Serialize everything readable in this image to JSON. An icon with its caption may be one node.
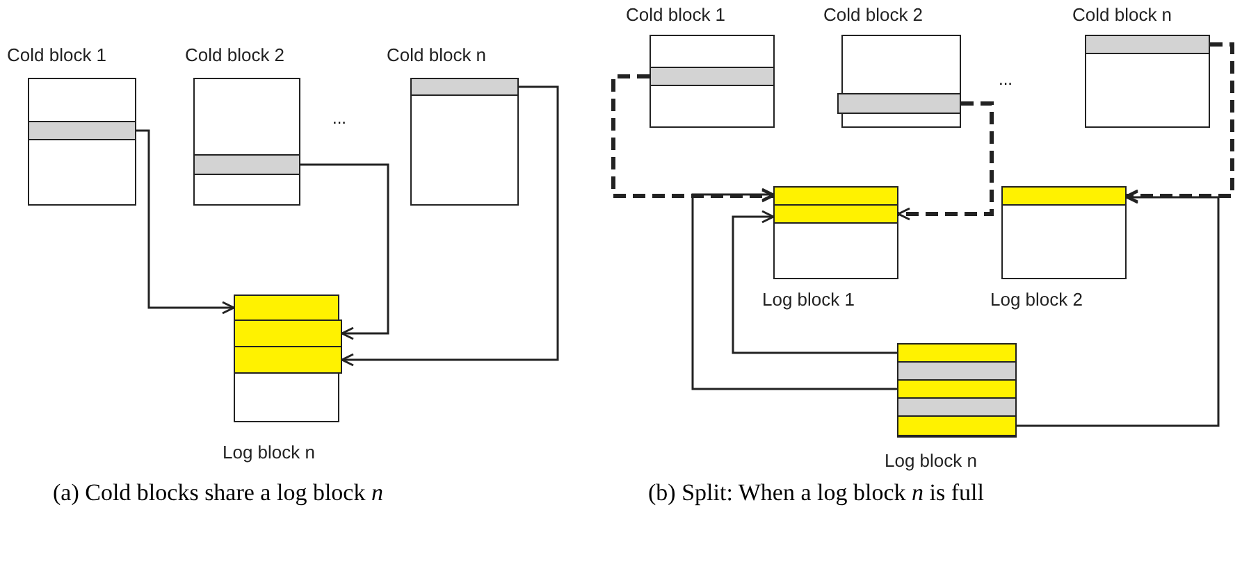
{
  "diagram": {
    "nodes": [
      {
        "text": [
          "Cold block 1"
        ]
      },
      {
        "text": [],
        "shape": "bar",
        "in": 0
      },
      {
        "text": [
          "Cold block 2"
        ]
      },
      {
        "text": [],
        "shape": "bar",
        "in": 2
      },
      {
        "text": [
          "Cold block n"
        ]
      },
      {
        "text": [],
        "shape": "bar",
        "in": 4
      },
      {
        "text": [
          "Log block n"
        ]
      },
      {
        "text": [],
        "shape": "bar",
        "in": 6
      },
      {
        "text": [],
        "shape": "bar",
        "in": 6
      },
      {
        "text": [],
        "shape": "bar",
        "in": 6
      },
      {
        "text": [
          "Cold block 1"
        ]
      },
      {
        "text": [],
        "shape": "bar",
        "in": 10
      },
      {
        "text": [
          "Cold block 2"
        ]
      },
      {
        "text": [],
        "shape": "bar",
        "in": 12
      },
      {
        "text": [
          "Cold block n"
        ]
      },
      {
        "text": [],
        "shape": "bar",
        "in": 14
      },
      {
        "text": [
          "Log block 1"
        ]
      },
      {
        "text": [],
        "shape": "bar",
        "in": 16
      },
      {
        "text": [],
        "shape": "bar",
        "in": 16
      },
      {
        "text": [
          "Log block 2"
        ]
      },
      {
        "text": [],
        "shape": "bar",
        "in": 19
      },
      {
        "text": [
          "Log block n"
        ]
      },
      {
        "text": [],
        "shape": "bar",
        "in": 21
      },
      {
        "text": [],
        "shape": "bar",
        "in": 21
      },
      {
        "text": [],
        "shape": "bar",
        "in": 21
      },
      {
        "text": [],
        "shape": "bar",
        "in": 21
      },
      {
        "text": [],
        "shape": "bar",
        "in": 21
      }
    ],
    "edges": [
      {
        "from": 1,
        "to": 7,
        "arrow": "to"
      },
      {
        "from": 3,
        "to": 8,
        "arrow": "to"
      },
      {
        "from": 5,
        "to": 9,
        "arrow": "to"
      },
      {
        "from": 11,
        "to": 17,
        "arrow": "to",
        "style": "dashed"
      },
      {
        "from": 13,
        "to": 18,
        "arrow": "to",
        "style": "dashed"
      },
      {
        "from": 15,
        "to": 20,
        "arrow": "to",
        "style": "dashed"
      },
      {
        "from": 22,
        "to": 18,
        "arrow": "to"
      },
      {
        "from": 24,
        "to": 17,
        "arrow": "to"
      },
      {
        "from": 26,
        "to": 20,
        "arrow": "to"
      }
    ],
    "labels": [
      "...",
      "...",
      "(a) Cold blocks share a log block *n*",
      "(b) Split: When a log block *n* is full"
    ]
  }
}
